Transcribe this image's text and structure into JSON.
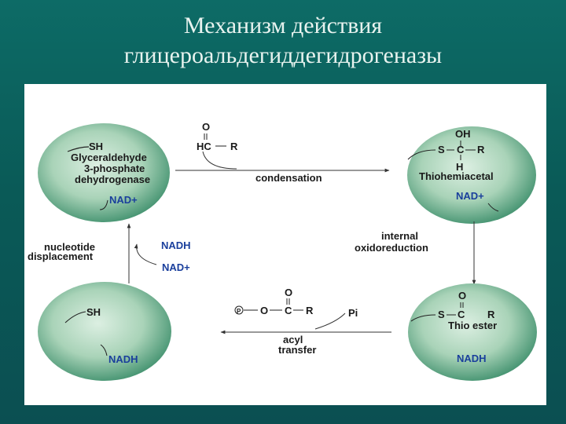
{
  "title": {
    "line1": "Механизм действия",
    "line2": "глицероальдегиддегидрогеназы"
  },
  "enzymes": {
    "top_left": {
      "sh": "SH",
      "name_line1": "Glyceraldehyde",
      "name_line2": "3-phosphate",
      "name_line3": "dehydrogenase",
      "cofactor": "NAD+"
    },
    "top_right": {
      "oh": "OH",
      "s": "S",
      "c": "C",
      "r": "R",
      "h": "H",
      "name": "Thiohemiacetal",
      "cofactor": "NAD+"
    },
    "bottom_right": {
      "o": "O",
      "s": "S",
      "c": "C",
      "r": "R",
      "name": "Thio ester",
      "cofactor": "NADH"
    },
    "bottom_left": {
      "sh": "SH",
      "cofactor": "NADH"
    }
  },
  "substrate": {
    "o": "O",
    "hc": "HC",
    "r": "R"
  },
  "product": {
    "p": "P",
    "o": "O",
    "c": "C",
    "r": "R",
    "carbonyl_o": "O"
  },
  "steps": {
    "condensation": "condensation",
    "internal_line1": "internal",
    "internal_line2": "oxidoreduction",
    "acyl_line1": "acyl",
    "acyl_line2": "transfer",
    "pi": "Pi",
    "nucleotide_line1": "nucleotide",
    "nucleotide_line2": "displacement",
    "nadh": "NADH",
    "nadplus": "NAD+"
  },
  "colors": {
    "background": "#0b5f5c",
    "ellipse_center": "#cfe8d6",
    "ellipse_edge": "#3e8f6c",
    "label_blue": "#1a3f9c"
  }
}
